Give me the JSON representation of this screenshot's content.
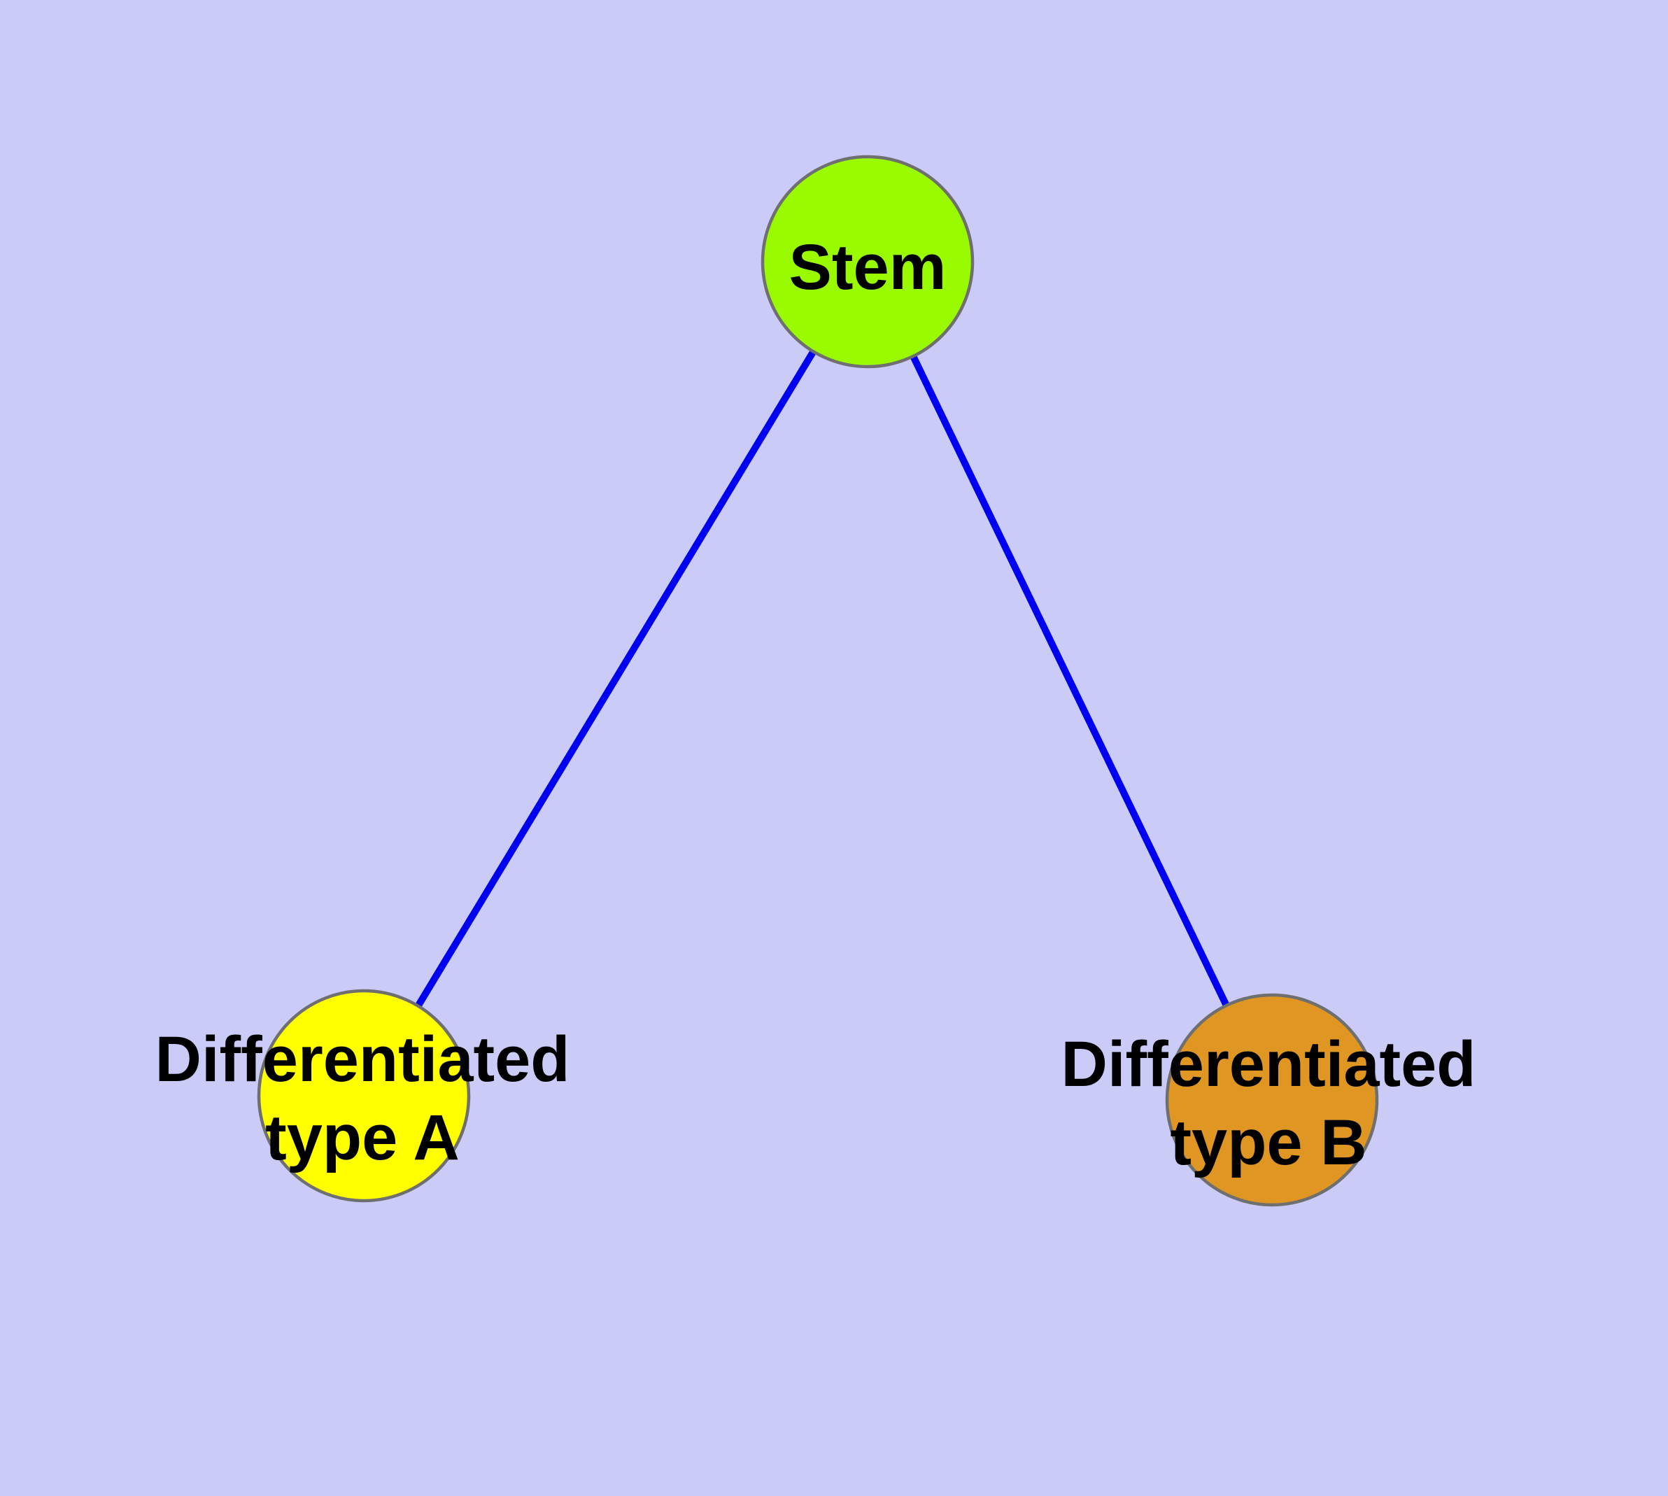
{
  "canvas": {
    "background_color": "#cbcbf8"
  },
  "style": {
    "edge_color": "#0000f0",
    "node_border_color": "#6f6f6f",
    "label_color": "#000000"
  },
  "nodes": [
    {
      "id": "stem",
      "label": "Stem",
      "color": "#9afb00"
    },
    {
      "id": "type-a",
      "label_line1": "Differentiated",
      "label_line2": "type A",
      "color": "#ffff00"
    },
    {
      "id": "type-b",
      "label_line1": "Differentiated",
      "label_line2": "type B",
      "color": "#e09623"
    }
  ],
  "edges": [
    {
      "from": "Stem",
      "to": "Differentiated type A"
    },
    {
      "from": "Stem",
      "to": "Differentiated type B"
    }
  ]
}
